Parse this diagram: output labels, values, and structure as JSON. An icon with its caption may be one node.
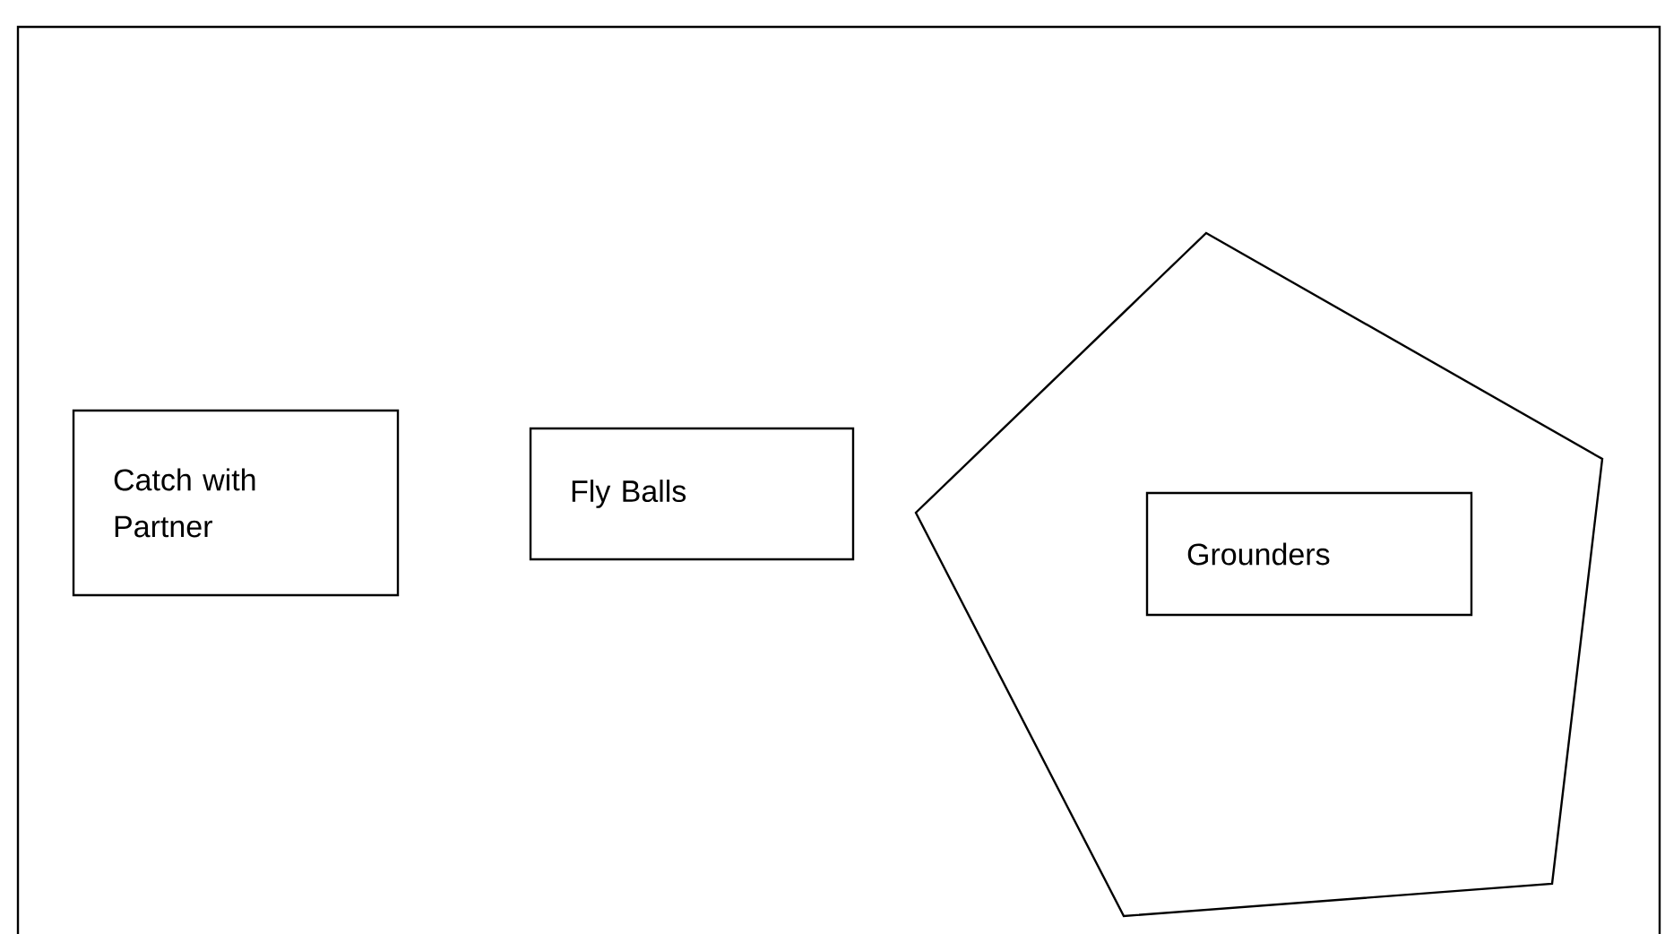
{
  "diagram": {
    "nodes": [
      {
        "text": [
          "Catch with Partner"
        ]
      },
      {
        "text": [
          "Fly Balls"
        ]
      },
      {
        "text": [],
        "shape": "pentagon"
      },
      {
        "text": [
          "Grounders"
        ],
        "in": 2
      }
    ]
  }
}
